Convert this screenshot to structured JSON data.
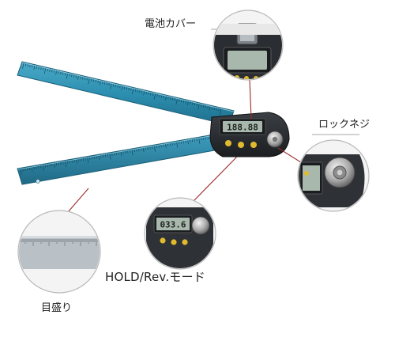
{
  "callouts": {
    "battery_cover": "電池カバー",
    "lock_screw": "ロックネジ",
    "hold_mode": "HOLD/Rev.モード",
    "scale": "目盛り"
  },
  "display": {
    "main_reading": "188.88",
    "hold_reading": "033.6"
  },
  "colors": {
    "ruler_blue": "#2d8fb0",
    "ruler_blue_dark": "#1f6f8c",
    "pivot_dark": "#2a2d31",
    "lcd_green": "#a9b8ad",
    "leader_red": "#9a2b2b",
    "callout_border": "#b9b9b9"
  }
}
